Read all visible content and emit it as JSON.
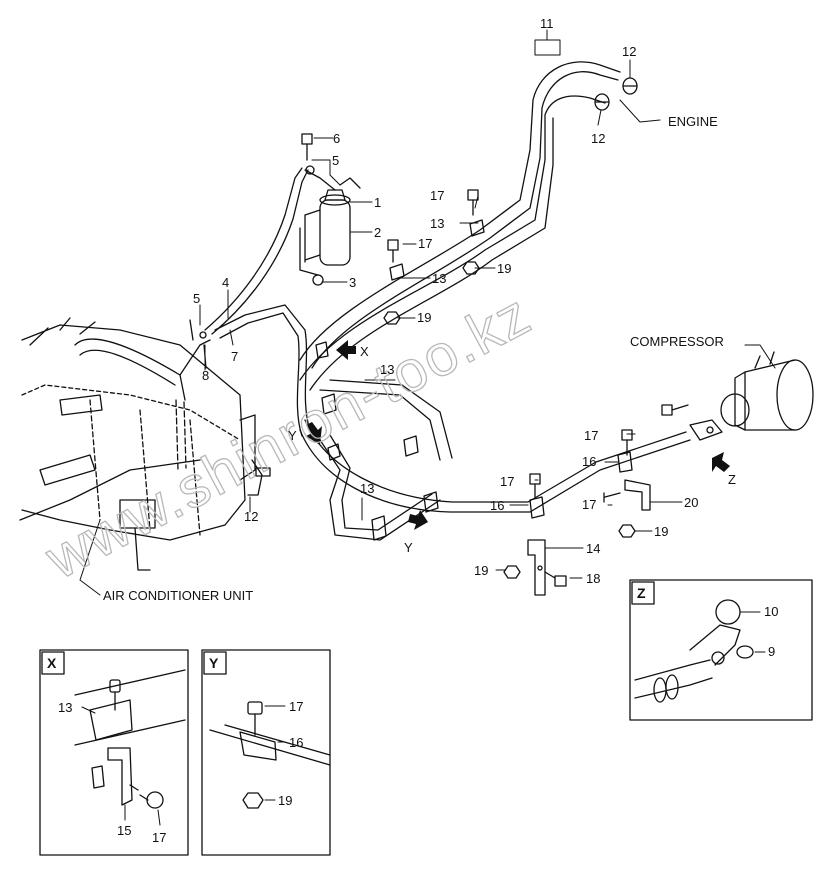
{
  "labels": {
    "engine": "ENGINE",
    "compressor": "COMPRESSOR",
    "air_conditioner_unit": "AIR CONDITIONER UNIT"
  },
  "watermark": "www.shinron-too.kz",
  "views": {
    "x": "X",
    "y": "Y",
    "z": "Z"
  },
  "arrows": {
    "x": "X",
    "y1": "Y",
    "y2": "Y",
    "z": "Z"
  },
  "callouts": {
    "n1": "1",
    "n2": "2",
    "n3": "3",
    "n4": "4",
    "n5a": "5",
    "n5b": "5",
    "n6": "6",
    "n7": "7",
    "n8": "8",
    "n9": "9",
    "n10": "10",
    "n11": "11",
    "n12a": "12",
    "n12b": "12",
    "n12c": "12",
    "n13a": "13",
    "n13b": "13",
    "n13c": "13",
    "n13d": "13",
    "n13x": "13",
    "n14": "14",
    "n15": "15",
    "n16a": "16",
    "n16b": "16",
    "n16y": "16",
    "n17a": "17",
    "n17b": "17",
    "n17c": "17",
    "n17d": "17",
    "n17e": "17",
    "n17x": "17",
    "n17y": "17",
    "n18": "18",
    "n19a": "19",
    "n19b": "19",
    "n19c": "19",
    "n19d": "19",
    "n19y": "19",
    "n20": "20"
  },
  "colors": {
    "line": "#111111",
    "watermark": "#b8b8b8",
    "background": "#ffffff"
  }
}
